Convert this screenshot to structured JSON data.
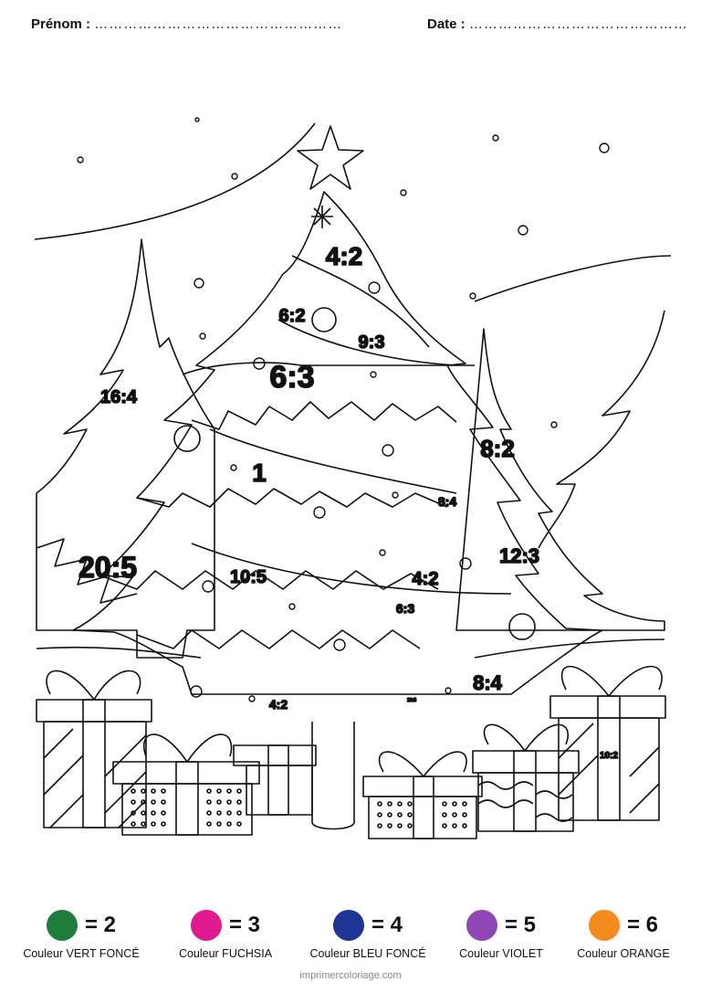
{
  "header": {
    "name_label": "Prénom :",
    "name_dots": "……………………………………………",
    "date_label": "Date :",
    "date_dots": "………………………………………"
  },
  "labels": {
    "l1": "4:2",
    "l2": "6:2",
    "l3": "9:3",
    "l4": "6:3",
    "l5": "16:4",
    "l6": "8:2",
    "l7": "1",
    "l8": "8:4",
    "l9": "20:5",
    "l10": "12:3",
    "l11": "10:5",
    "l12": "4:2",
    "l13": "6:3",
    "l14": "8:4",
    "l15": "4:2",
    "l16": "10:2",
    "l17": "10:5"
  },
  "legend": [
    {
      "color": "#1e7d3c",
      "eq": "= 2",
      "name": "Couleur VERT FONCÉ"
    },
    {
      "color": "#e0198f",
      "eq": "= 3",
      "name": "Couleur FUCHSIA"
    },
    {
      "color": "#1d3694",
      "eq": "= 4",
      "name": "Couleur BLEU FONCÉ"
    },
    {
      "color": "#8f47b5",
      "eq": "= 5",
      "name": "Couleur VIOLET"
    },
    {
      "color": "#f58a1f",
      "eq": "= 6",
      "name": "Couleur ORANGE"
    }
  ],
  "credit": "imprimercoloriage.com"
}
